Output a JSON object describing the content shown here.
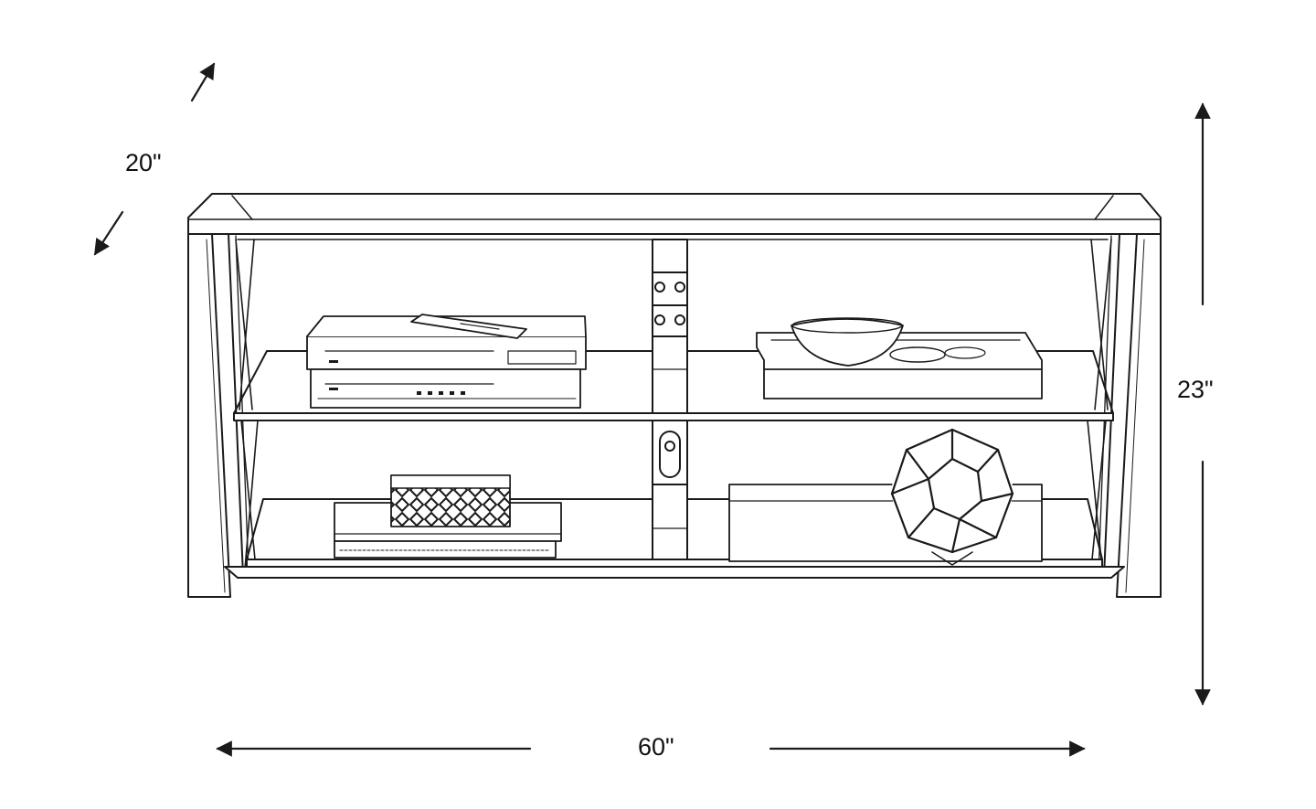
{
  "diagram": {
    "subject": "tv-console-line-drawing",
    "dimensions": {
      "depth": "20\"",
      "height": "23\"",
      "width": "60\""
    },
    "colors": {
      "ink": "#1a1a1a",
      "background": "#ffffff"
    }
  }
}
